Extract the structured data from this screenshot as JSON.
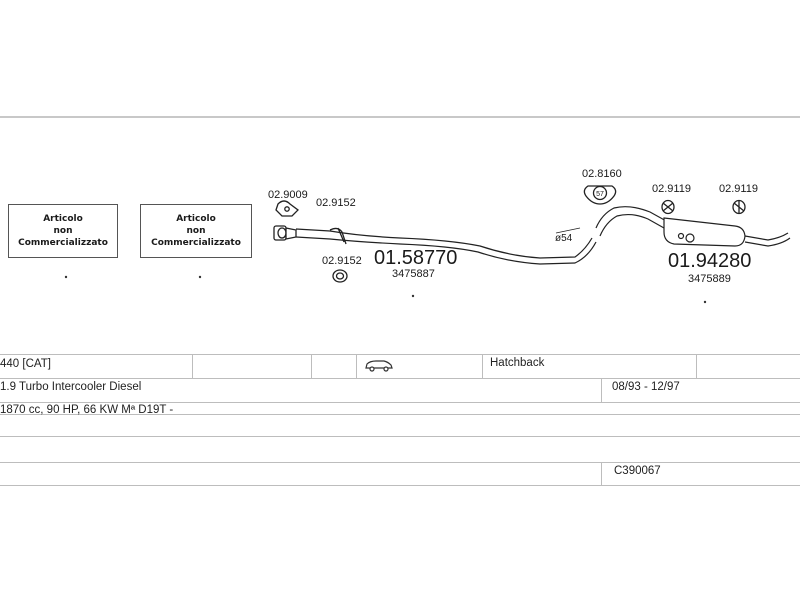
{
  "not_available": {
    "line1": "Articolo",
    "line2": "non",
    "line3": "Commercializzato"
  },
  "parts": {
    "p_029009": "02.9009",
    "p_029152_a": "02.9152",
    "p_029152_b": "02.9152",
    "p_028160": "02.8160",
    "p_029119_a": "02.9119",
    "p_029119_b": "02.9119",
    "mid_pipe": "01.58770",
    "mid_pipe_oe": "3475887",
    "rear_box": "01.94280",
    "rear_box_oe": "3475889",
    "diameter": "ø54",
    "clamp_size": "57"
  },
  "vehicle": {
    "model": "440  [CAT]",
    "body": "Hatchback",
    "engine": "1.9 Turbo Intercooler Diesel",
    "years": "08/93 - 12/97",
    "specs": "1870 cc, 90 HP, 66 KW Mª D19T -",
    "code": "C390067",
    "car_icon": "car-icon"
  }
}
